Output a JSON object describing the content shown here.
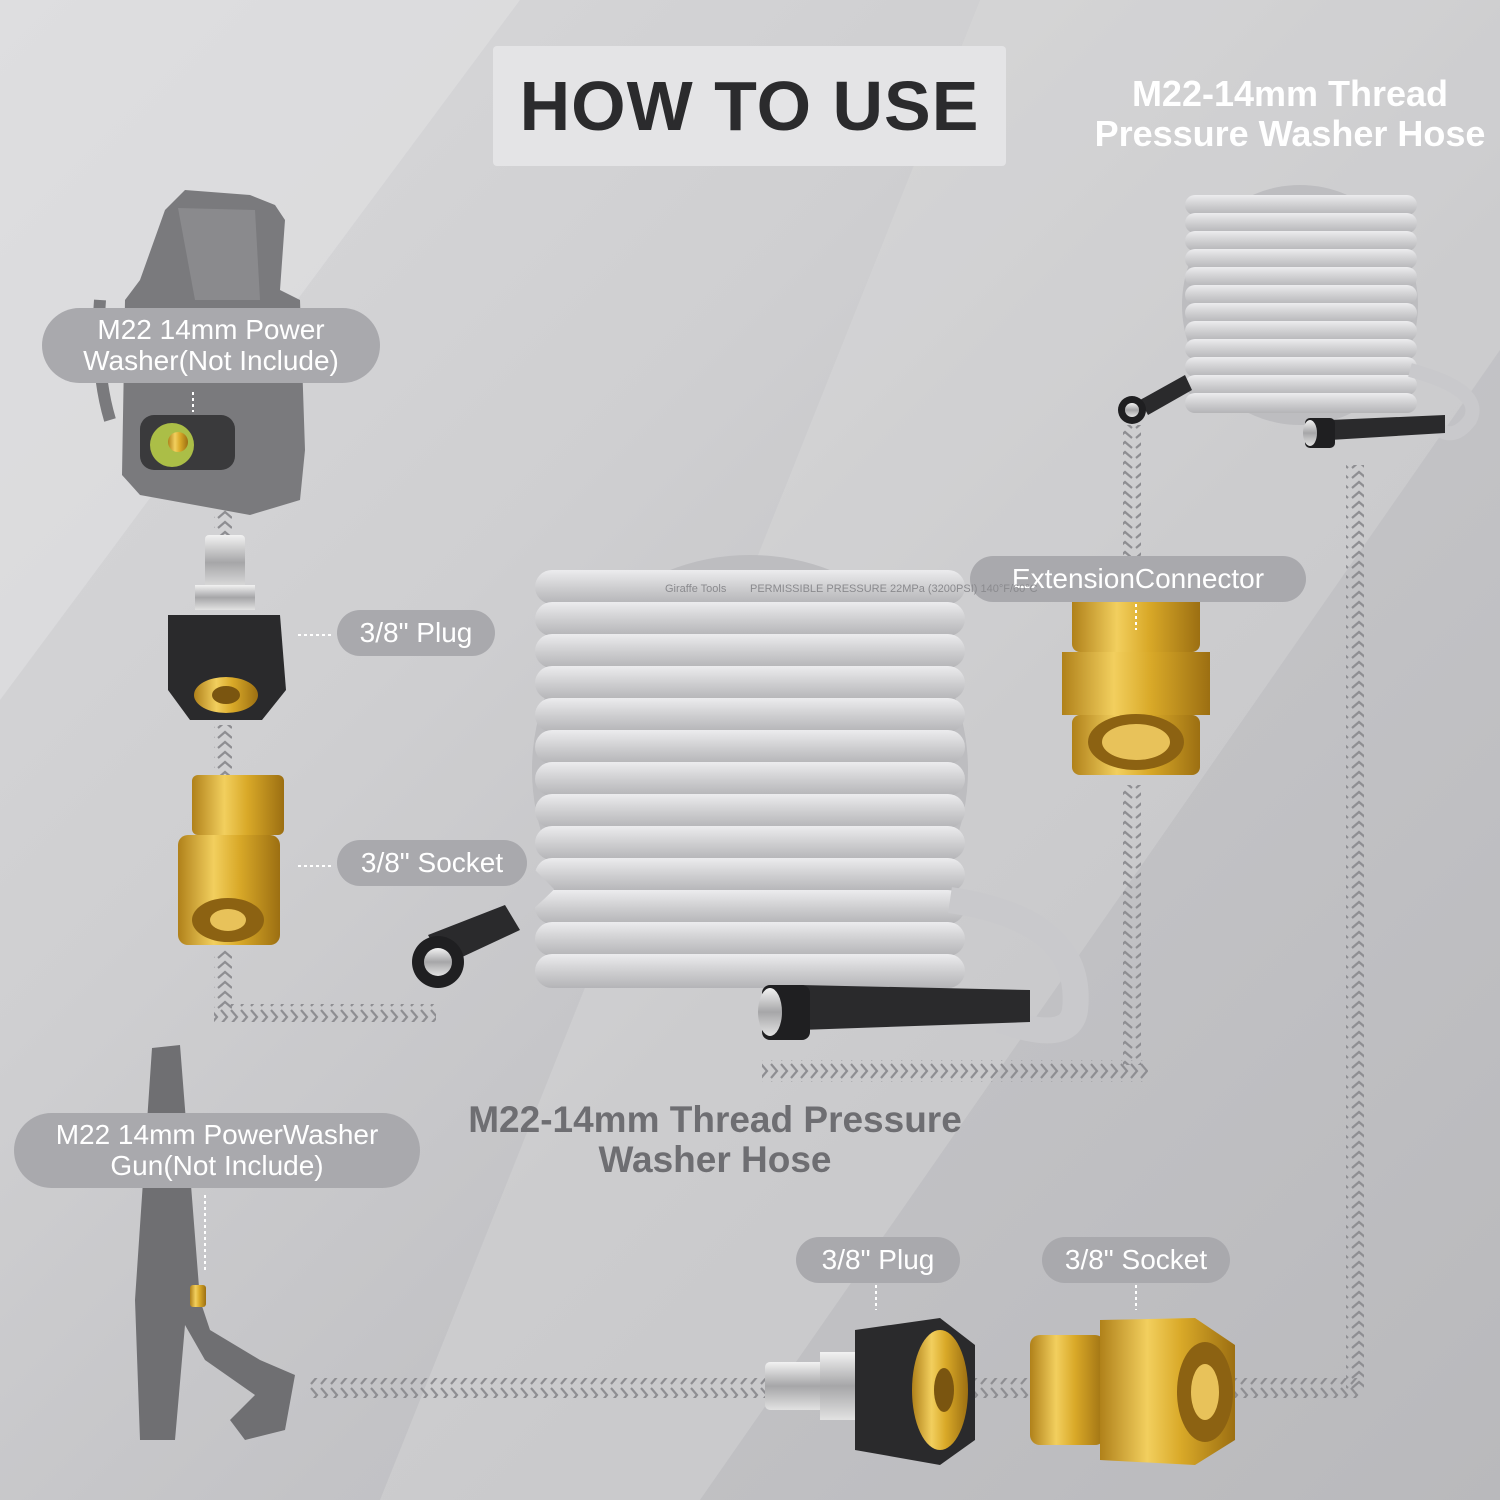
{
  "title": "HOW TO USE",
  "labels": {
    "power_washer": "M22 14mm Power Washer(Not Include)",
    "power_washer_line1": "M22 14mm Power",
    "power_washer_line2": "Washer(Not Include)",
    "plug_left": "3/8\" Plug",
    "socket_left": "3/8\" Socket",
    "extension_connector": "ExtensionConnector",
    "hose_top_right_line1": "M22-14mm Thread",
    "hose_top_right_line2": "Pressure Washer Hose",
    "hose_middle_line1": "M22-14mm Thread Pressure",
    "hose_middle_line2": "Washer Hose",
    "gun_line1": "M22 14mm PowerWasher",
    "gun_line2": "Gun(Not Include)",
    "plug_bottom": "3/8\" Plug",
    "socket_bottom": "3/8\" Socket"
  },
  "hose_print": {
    "brand": "Giraffe Tools",
    "spec": "PERMISSIBLE PRESSURE 22MPa (3200PSI) 140°F/60°C"
  },
  "colors": {
    "hose": "#d2d2d4",
    "brass": "#d9a928",
    "rubber": "#2a2a2c",
    "silhouette": "#7a7a7d",
    "pill": "#a9a9ad",
    "accent_glow": "#c8e04a"
  }
}
